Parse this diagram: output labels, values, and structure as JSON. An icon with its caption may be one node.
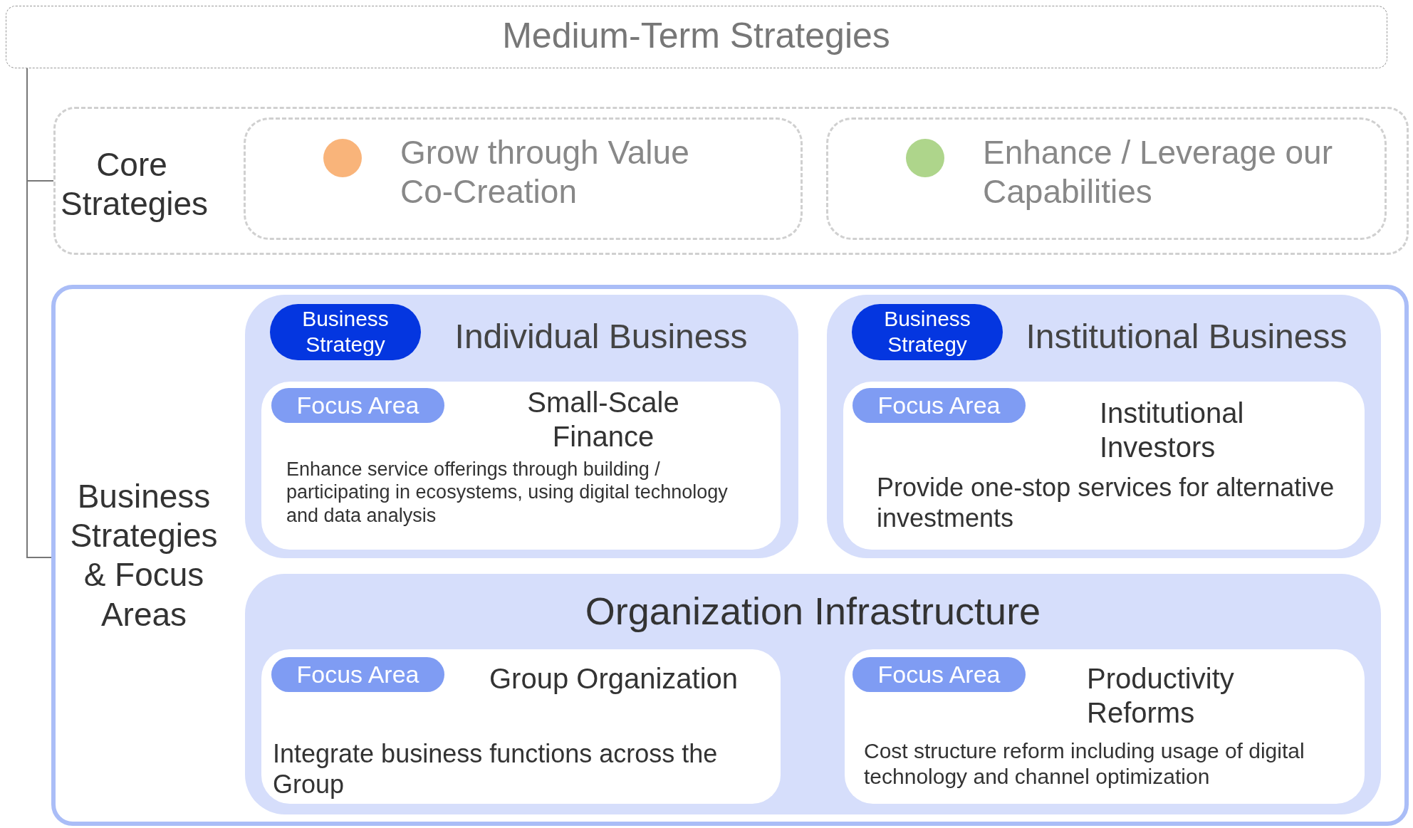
{
  "diagram": {
    "nodes": [
      {
        "text": [
          "Medium-Term Strategies"
        ]
      },
      {
        "text": [
          "Core Strategies"
        ]
      },
      {
        "text": [
          "Grow through Value Co-Creation"
        ],
        "in": 1
      },
      {
        "text": [
          "Enhance / Leverage our Capabilities"
        ],
        "in": 1
      },
      {
        "text": [
          "Business Strategies & Focus Areas"
        ]
      },
      {
        "text": [
          "Individual Business"
        ],
        "in": 4
      },
      {
        "text": [
          "Business Strategy"
        ],
        "in": 5
      },
      {
        "text": [
          "Small-Scale Finance",
          "Enhance service offerings through building / participating in ecosystems, using digital technology and data analysis"
        ],
        "in": 5
      },
      {
        "text": [
          "Focus Area"
        ],
        "in": 7
      },
      {
        "text": [
          "Institutional Business"
        ],
        "in": 4
      },
      {
        "text": [
          "Business Strategy"
        ],
        "in": 9
      },
      {
        "text": [
          "Institutional Investors",
          "Provide one-stop services for alternative investments"
        ],
        "in": 9
      },
      {
        "text": [
          "Focus Area"
        ],
        "in": 11
      },
      {
        "text": [
          "Organization Infrastructure"
        ],
        "in": 4
      },
      {
        "text": [
          "Group Organization",
          "Integrate business functions across the Group"
        ],
        "in": 13
      },
      {
        "text": [
          "Focus Area"
        ],
        "in": 14
      },
      {
        "text": [
          "Productivity Reforms",
          "Cost structure reform including usage of digital technology and channel optimization"
        ],
        "in": 13
      },
      {
        "text": [
          "Focus Area"
        ],
        "in": 16
      }
    ],
    "edges": [
      {
        "from": 0,
        "to": 1,
        "arrow": "none"
      },
      {
        "from": 0,
        "to": 4,
        "arrow": "none"
      }
    ]
  }
}
